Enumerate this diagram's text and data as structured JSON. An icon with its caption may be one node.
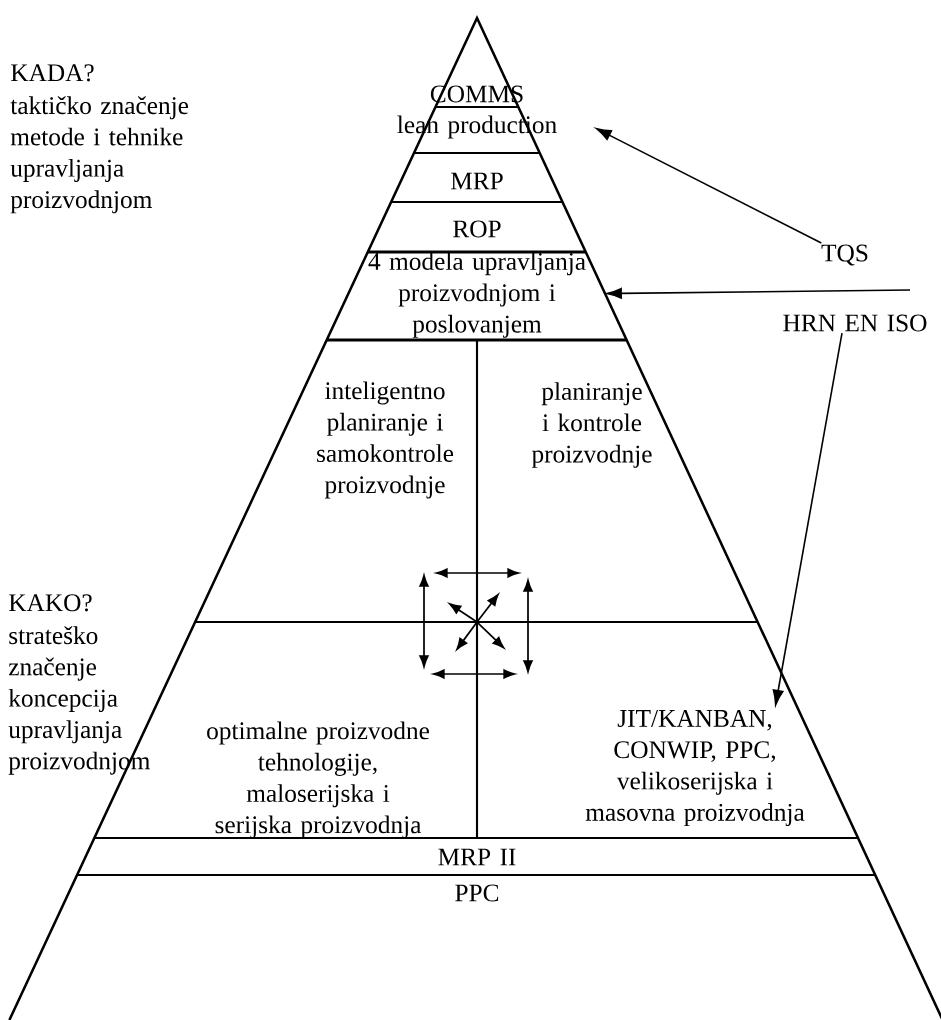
{
  "diagram": {
    "nodes": [
      {
        "text": [
          "COMMS"
        ]
      },
      {
        "text": [
          "lean production"
        ]
      },
      {
        "text": [
          "MRP"
        ]
      },
      {
        "text": [
          "ROP"
        ]
      },
      {
        "text": [
          "4 modela upravljanja proizvodnjom i poslovanjem"
        ]
      },
      {
        "text": [
          "inteligentno planiranje i samokontrole proizvodnje"
        ]
      },
      {
        "text": [
          "planiranje i kontrole proizvodnje"
        ]
      },
      {
        "text": [
          "optimalne proizvodne tehnologije, maloserijska i serijska proizvodnja"
        ]
      },
      {
        "text": [
          "JIT/KANBAN, CONWIP, PPC, velikoserijska i masovna proizvodnja"
        ]
      },
      {
        "text": [
          "MRP II"
        ]
      },
      {
        "text": [
          "PPC"
        ]
      },
      {
        "text": [
          "TQS"
        ]
      },
      {
        "text": [
          "HRN EN ISO"
        ]
      }
    ],
    "edges": [
      {
        "from": 11,
        "to": 1,
        "arrow": "to"
      },
      {
        "from": null,
        "to": 4,
        "arrow": "to"
      },
      {
        "from": 12,
        "to": 8,
        "arrow": "to"
      }
    ],
    "labels": [
      "KADA?",
      "taktičko značenje metode i tehnike upravljanja proizvodnjom",
      "KAKO?",
      "strateško značenje koncepcija upravljanja proizvodnjom"
    ]
  }
}
